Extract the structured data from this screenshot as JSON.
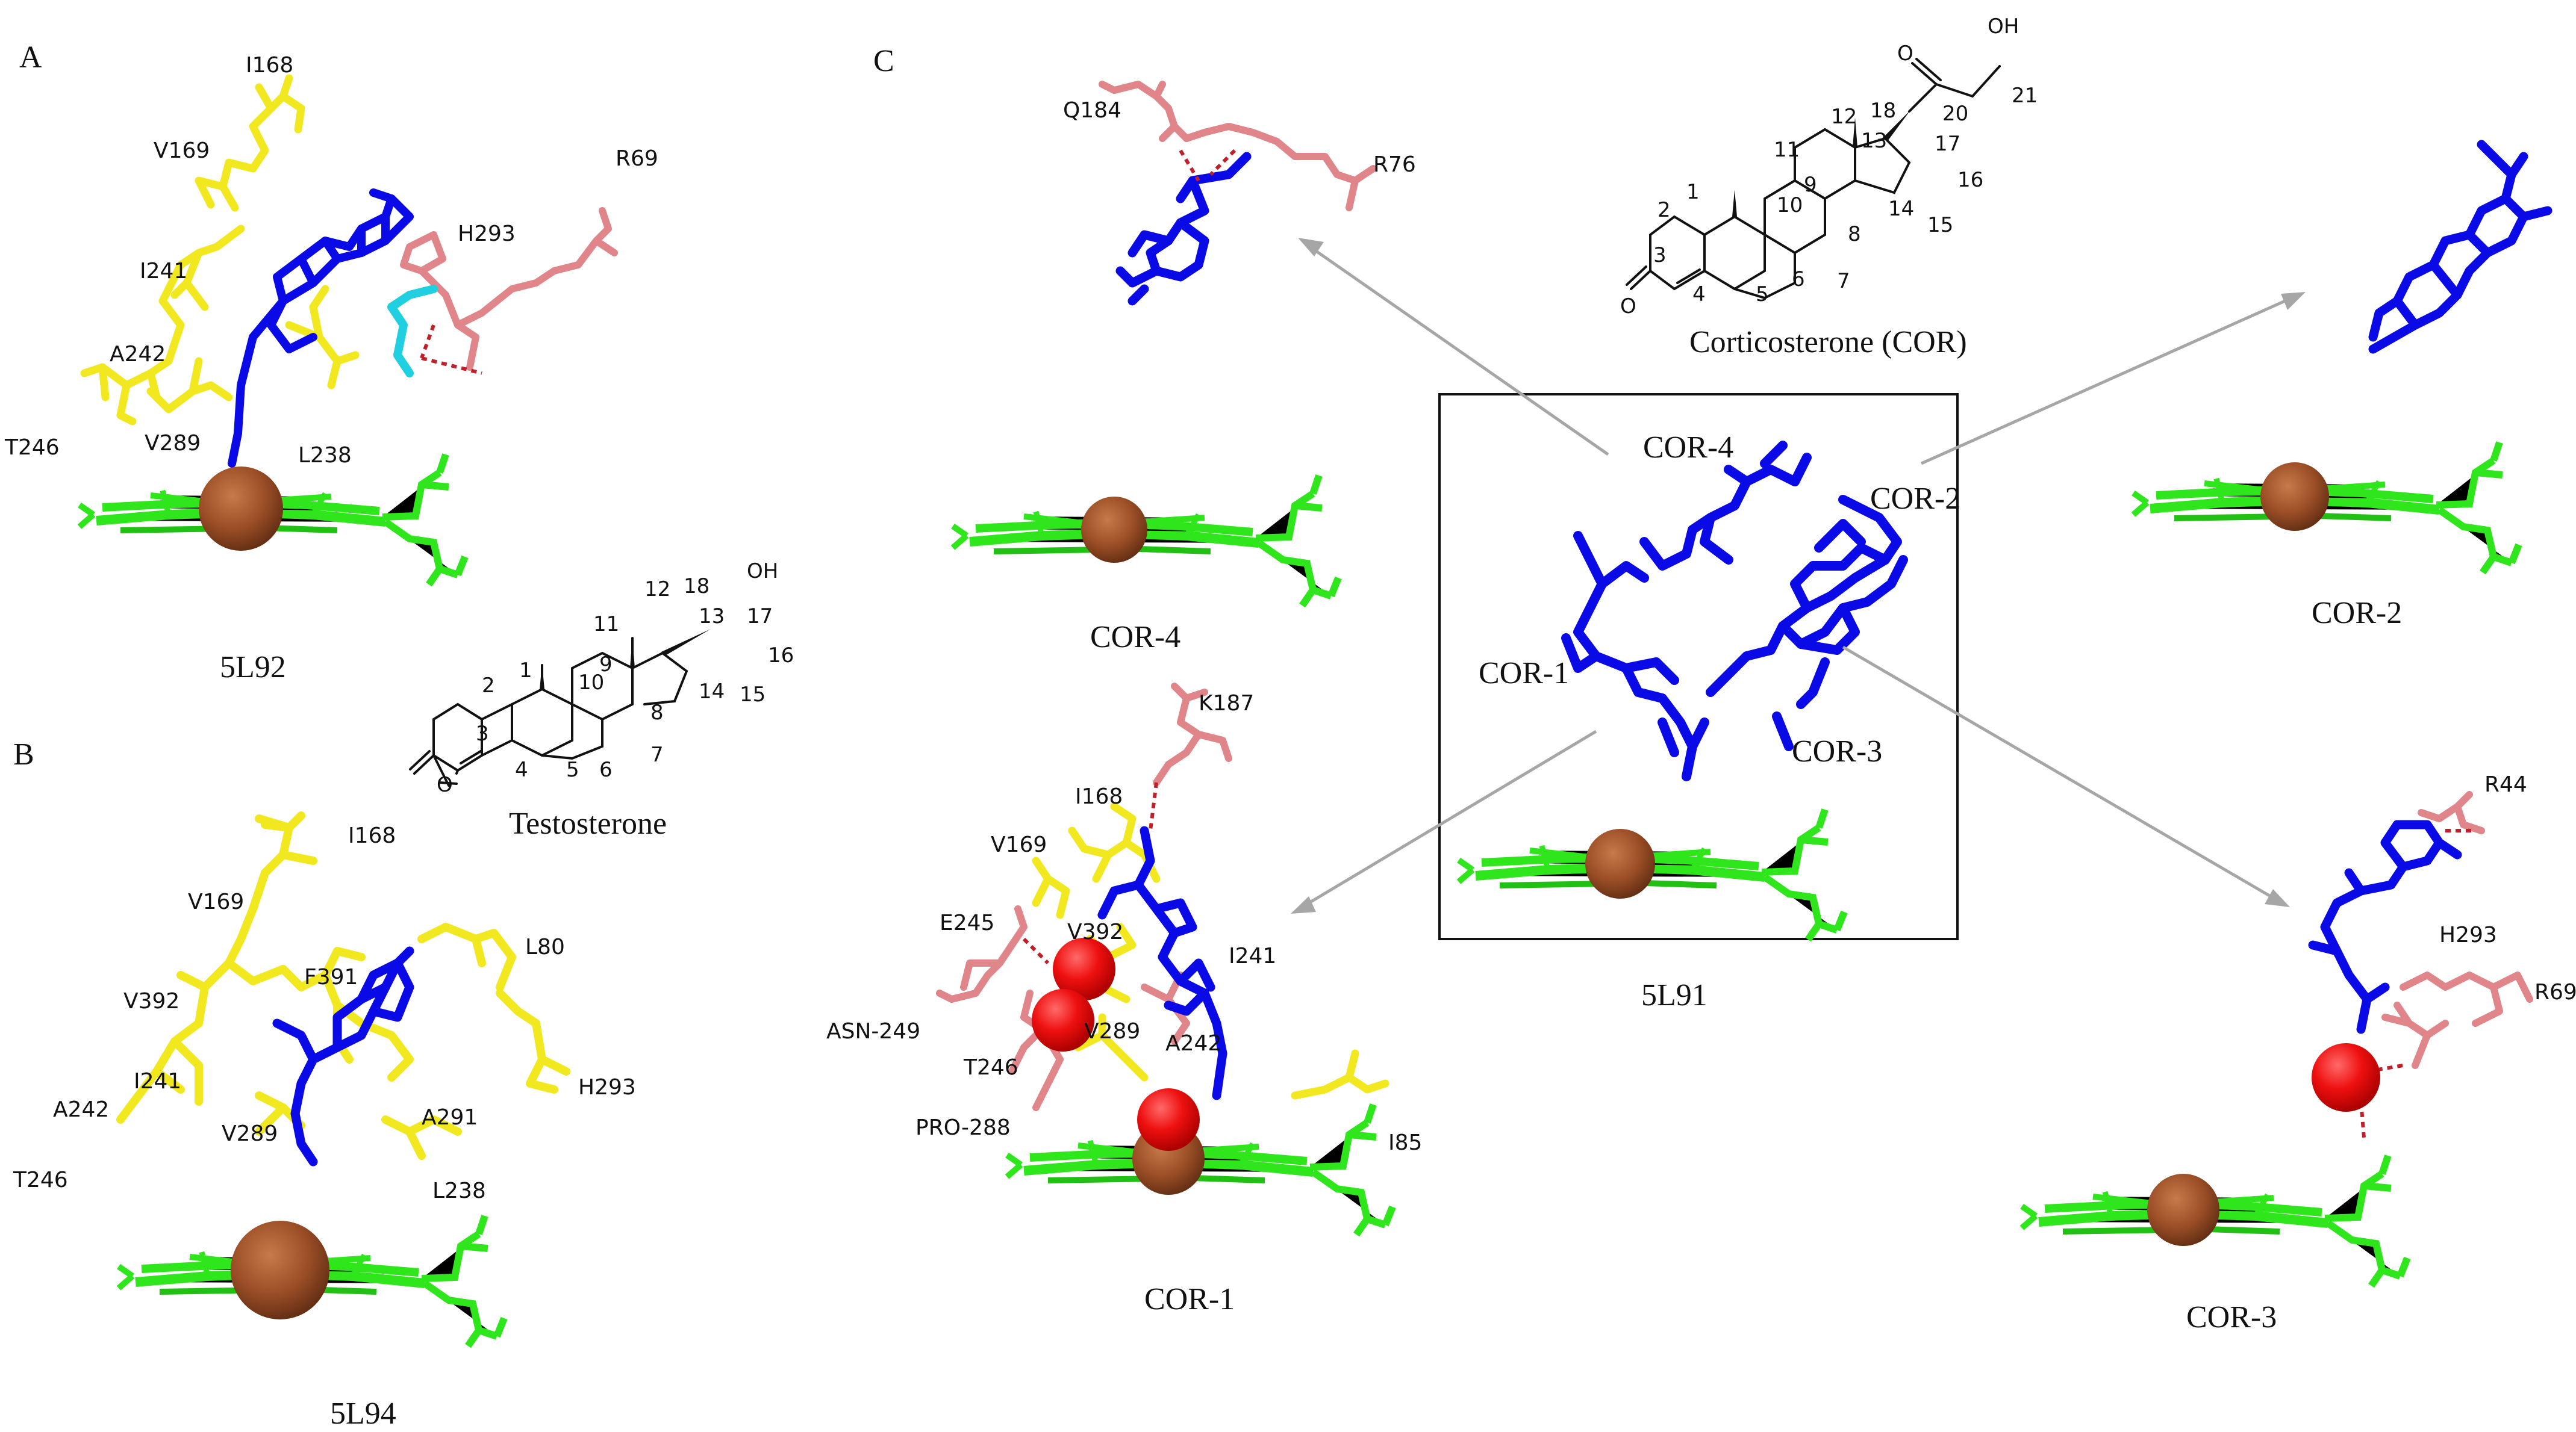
{
  "colors": {
    "heme": "#2ee61b",
    "iron": "#a0522d",
    "ligand": "#0a0ae6",
    "hydrophobic_residue": "#f2e81f",
    "polar_residue": "#e0868a",
    "water_oxygen": "#ee1010",
    "cyan_residue": "#20d0e0",
    "hbond": "#c0202a",
    "arrow": "#a6a6a6"
  },
  "panels": {
    "A": {
      "letter": "A",
      "pdb": "5L92",
      "residues": [
        "I168",
        "V169",
        "I241",
        "A242",
        "T246",
        "V289",
        "L238",
        "H293",
        "R69"
      ]
    },
    "B": {
      "letter": "B",
      "pdb": "5L94",
      "residues": [
        "I168",
        "V169",
        "V392",
        "F391",
        "L80",
        "I241",
        "A242",
        "T246",
        "V289",
        "A291",
        "H293",
        "L238"
      ]
    },
    "C": {
      "letter": "C",
      "pdb": "5L91",
      "center_labels": [
        "COR-4",
        "COR-2",
        "COR-1",
        "COR-3"
      ],
      "cor4": {
        "title": "COR-4",
        "residues": [
          "Q184",
          "R76"
        ]
      },
      "cor2": {
        "title": "COR-2"
      },
      "cor1": {
        "title": "COR-1",
        "residues": [
          "K187",
          "I168",
          "V169",
          "E245",
          "V392",
          "I241",
          "ASN-249",
          "V289",
          "A242",
          "T246",
          "PRO-288",
          "I85"
        ]
      },
      "cor3": {
        "title": "COR-3",
        "residues": [
          "R44",
          "H293",
          "R69"
        ]
      }
    }
  },
  "testosterone": {
    "name": "Testosterone",
    "oh": "OH",
    "o": "O",
    "atoms": [
      "1",
      "2",
      "3",
      "4",
      "5",
      "6",
      "7",
      "8",
      "9",
      "10",
      "11",
      "12",
      "13",
      "14",
      "15",
      "16",
      "17",
      "18"
    ]
  },
  "corticosterone": {
    "name": "Corticosterone (COR)",
    "oh": "OH",
    "o_ring": "O",
    "o_side": "O",
    "atoms": [
      "1",
      "2",
      "3",
      "4",
      "5",
      "6",
      "7",
      "8",
      "9",
      "10",
      "11",
      "12",
      "13",
      "14",
      "15",
      "16",
      "17",
      "18",
      "20",
      "21"
    ]
  }
}
